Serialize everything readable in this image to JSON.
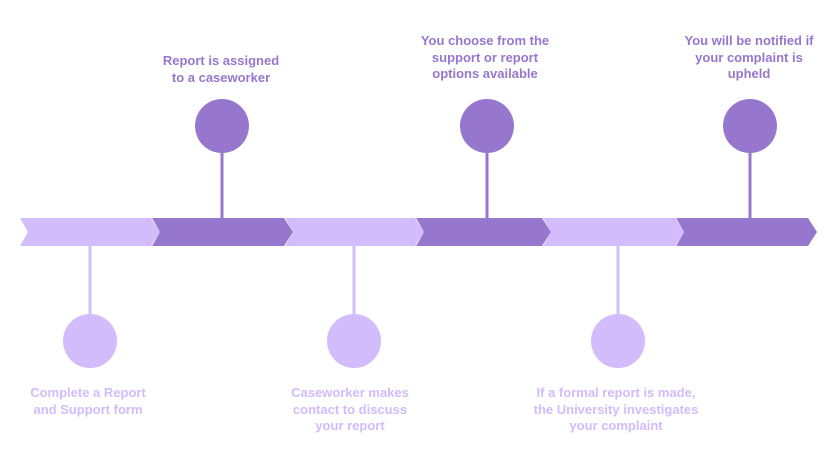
{
  "colors": {
    "dark": "#9677cd",
    "light": "#d2bcfb"
  },
  "steps": [
    {
      "lines": [
        "Complete a Report",
        "and Support form"
      ],
      "position": "below",
      "tone": "light"
    },
    {
      "lines": [
        "Report is assigned",
        "to a caseworker"
      ],
      "position": "above",
      "tone": "dark"
    },
    {
      "lines": [
        "Caseworker makes",
        "contact to discuss",
        "your report"
      ],
      "position": "below",
      "tone": "light"
    },
    {
      "lines": [
        "You choose from the",
        "support or report",
        "options available"
      ],
      "position": "above",
      "tone": "dark"
    },
    {
      "lines": [
        "If a formal report is made,",
        "the University investigates",
        "your complaint"
      ],
      "position": "below",
      "tone": "light"
    },
    {
      "lines": [
        "You will be notified if",
        "your complaint is",
        "upheld"
      ],
      "position": "above",
      "tone": "dark"
    }
  ]
}
